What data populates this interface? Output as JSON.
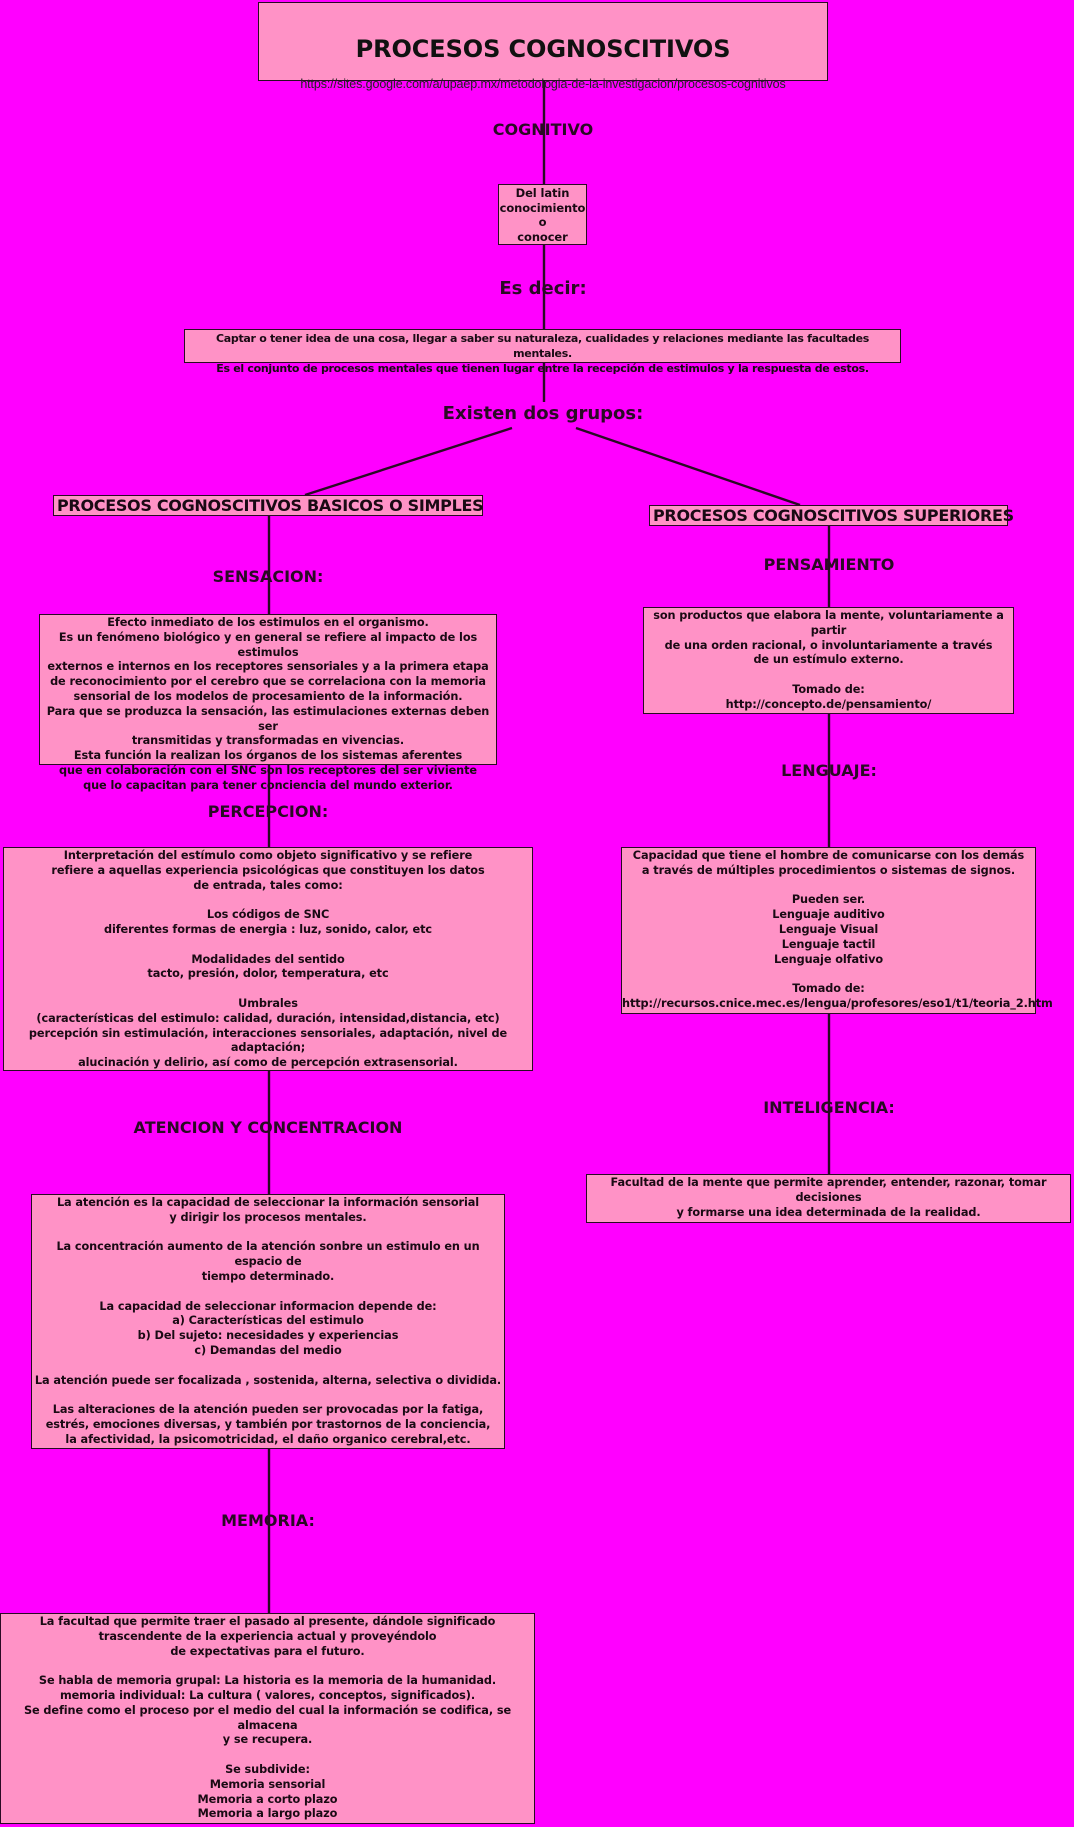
{
  "title": {
    "heading": "PROCESOS COGNOSCITIVOS",
    "source_url": "https://sites.google.com/a/upaep.mx/metodologia-de-la-investigacion/procesos-cognitivos"
  },
  "root": {
    "label_cognitivo": "COGNITIVO",
    "etymology": "Del latin\nconocimiento\no\nconocer",
    "label_es_decir": "Es decir:",
    "definition": "Captar o tener idea de una cosa, llegar a saber su naturaleza, cualidades y relaciones mediante las facultades mentales.\nEs el conjunto de procesos mentales  que tienen lugar entre la recepción de estimulos  y la respuesta de estos.",
    "label_grupos": "Existen dos grupos:"
  },
  "basic": {
    "heading": "PROCESOS COGNOSCITIVOS BASICOS O SIMPLES",
    "items": [
      {
        "label": "SENSACION:",
        "text": "Efecto inmediato de los estimulos en el organismo.\nEs un fenómeno biológico y en general se refiere al impacto de los estimulos\nexternos e internos en los receptores sensoriales y a la primera etapa\nde reconocimiento por el cerebro que se correlaciona con la memoria\nsensorial de  los modelos  de procesamiento de la información.\nPara que se produzca la sensación, las estimulaciones externas deben ser\ntransmitidas y transformadas en vivencias.\nEsta función la realizan los órganos de los sistemas aferentes\nque en colaboración con el SNC  son los receptores del ser viviente\nque lo capacitan para tener conciencia del mundo exterior."
      },
      {
        "label": "PERCEPCION:",
        "text": "Interpretación del estímulo como objeto significativo  y se refiere\nrefiere a aquellas experiencia psicológicas que constituyen los datos\nde entrada, tales como:\n\nLos códigos de SNC\ndiferentes formas de energia : luz, sonido, calor, etc\n\nModalidades del sentido\ntacto, presión, dolor, temperatura, etc\n\nUmbrales\n(características del estimulo: calidad, duración, intensidad,distancia, etc)\npercepción sin estimulación, interacciones sensoriales, adaptación, nivel de adaptación;\nalucinación y delirio, así como de percepción extrasensorial."
      },
      {
        "label": "ATENCION Y CONCENTRACION",
        "text": "La atención es la capacidad de seleccionar la información sensorial\ny dirigir los procesos mentales.\n\nLa concentración aumento de la atención sonbre un estimulo en un espacio de\ntiempo determinado.\n\nLa capacidad de seleccionar informacion depende de:\na)    Características del estimulo\nb)    Del sujeto: necesidades y experiencias\nc)    Demandas del medio\n\nLa atención puede ser focalizada , sostenida, alterna, selectiva o dividida.\n\nLas alteraciones de la atención pueden ser provocadas por la fatiga,\nestrés, emociones diversas, y también por trastornos de la conciencia,\nla afectividad, la psicomotricidad, el daño organico cerebral,etc."
      },
      {
        "label": "MEMORIA:",
        "text": "La facultad que permite traer el pasado al presente, dándole significado\ntrascendente de la experiencia actual y proveyéndolo\nde expectativas para el futuro.\n\nSe habla de memoria grupal: La historia es la memoria de la humanidad.\nmemoria individual: La cultura ( valores, conceptos, significados).\nSe define como el proceso por el medio del cual la información se codifica, se almacena\ny se recupera.\n\nSe subdivide:\nMemoria sensorial\nMemoria a corto plazo\nMemoria a largo plazo"
      }
    ]
  },
  "superior": {
    "heading": "PROCESOS COGNOSCITIVOS SUPERIORES",
    "items": [
      {
        "label": "PENSAMIENTO",
        "text": "son productos que elabora la mente, voluntariamente a partir\nde una orden racional, o involuntariamente a través\nde un estímulo externo.\n\nTomado de:\nhttp://concepto.de/pensamiento/"
      },
      {
        "label": "LENGUAJE:",
        "text": "Capacidad que tiene el hombre de comunicarse con los demás\na través de múltiples procedimientos o sistemas de signos.\n\nPueden ser.\nLenguaje auditivo\nLenguaje Visual\nLenguaje tactil\nLenguaje olfativo\n\nTomado de:\nhttp://recursos.cnice.mec.es/lengua/profesores/eso1/t1/teoria_2.htm"
      },
      {
        "label": "INTELIGENCIA:",
        "text": "Facultad de la mente que permite aprender, entender, razonar, tomar decisiones\ny formarse una idea determinada de la realidad."
      }
    ]
  },
  "colors": {
    "background": "#ff00ff",
    "box_fill": "#ff92c6",
    "line": "#2a0a24"
  }
}
